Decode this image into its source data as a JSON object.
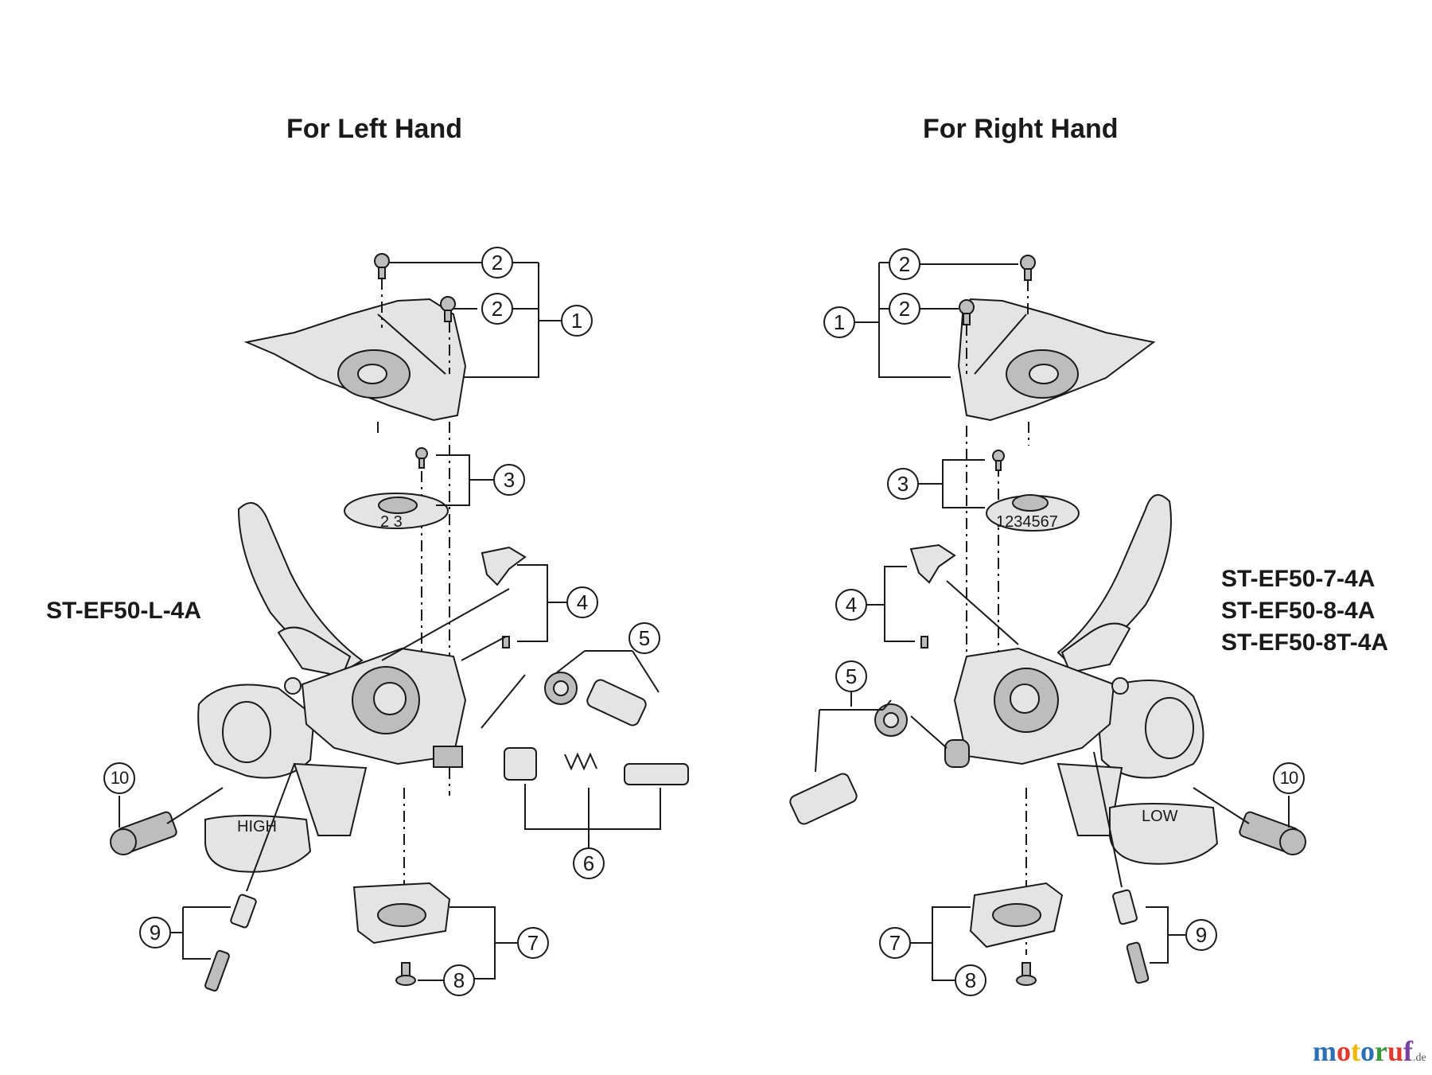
{
  "headings": {
    "left": "For Left Hand",
    "right": "For Right Hand"
  },
  "models": {
    "left": [
      "ST-EF50-L-4A"
    ],
    "right": [
      "ST-EF50-7-4A",
      "ST-EF50-8-4A",
      "ST-EF50-8T-4A"
    ]
  },
  "part_labels": {
    "high": "HIGH",
    "low": "LOW",
    "gear_scale_left": "2 3",
    "gear_scale_right": "1234567"
  },
  "callouts": {
    "left": [
      "2",
      "2",
      "1",
      "3",
      "4",
      "5",
      "6",
      "7",
      "8",
      "9",
      "10"
    ],
    "right": [
      "2",
      "2",
      "1",
      "3",
      "4",
      "5",
      "7",
      "8",
      "9",
      "10"
    ]
  },
  "watermark": {
    "brand": "motoruf",
    "tld": ".de",
    "colors": [
      "#2c6fb5",
      "#e03a2f",
      "#f2b705",
      "#2c6fb5",
      "#3a9a3a",
      "#e03a2f",
      "#7a3fa0"
    ]
  }
}
